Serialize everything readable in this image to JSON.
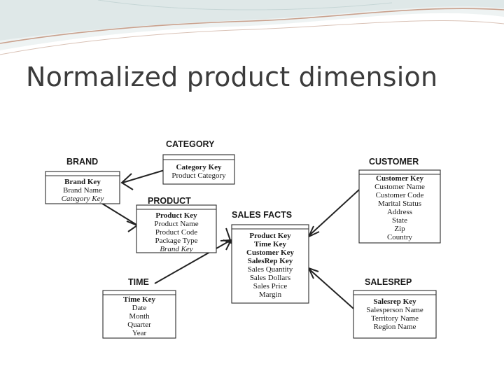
{
  "slide": {
    "title": "Normalized product dimension"
  },
  "diagram": {
    "entities": {
      "category": {
        "name": "CATEGORY",
        "attributes": [
          {
            "text": "Category Key",
            "role": "key"
          },
          {
            "text": "Product Category",
            "role": "attr"
          }
        ]
      },
      "brand": {
        "name": "BRAND",
        "attributes": [
          {
            "text": "Brand Key",
            "role": "key"
          },
          {
            "text": "Brand Name",
            "role": "attr"
          },
          {
            "text": "Category Key",
            "role": "fk"
          }
        ]
      },
      "product": {
        "name": "PRODUCT",
        "attributes": [
          {
            "text": "Product Key",
            "role": "key"
          },
          {
            "text": "Product Name",
            "role": "attr"
          },
          {
            "text": "Product Code",
            "role": "attr"
          },
          {
            "text": "Package Type",
            "role": "attr"
          },
          {
            "text": "Brand Key",
            "role": "fk"
          }
        ]
      },
      "sales_facts": {
        "name": "SALES FACTS",
        "attributes": [
          {
            "text": "Product Key",
            "role": "key"
          },
          {
            "text": "Time Key",
            "role": "key"
          },
          {
            "text": "Customer Key",
            "role": "key"
          },
          {
            "text": "SalesRep Key",
            "role": "key"
          },
          {
            "text": "Sales Quantity",
            "role": "attr"
          },
          {
            "text": "Sales Dollars",
            "role": "attr"
          },
          {
            "text": "Sales Price",
            "role": "attr"
          },
          {
            "text": "Margin",
            "role": "attr"
          }
        ]
      },
      "customer": {
        "name": "CUSTOMER",
        "attributes": [
          {
            "text": "Customer Key",
            "role": "key"
          },
          {
            "text": "Customer Name",
            "role": "attr"
          },
          {
            "text": "Customer Code",
            "role": "attr"
          },
          {
            "text": "Marital Status",
            "role": "attr"
          },
          {
            "text": "Address",
            "role": "attr"
          },
          {
            "text": "State",
            "role": "attr"
          },
          {
            "text": "Zip",
            "role": "attr"
          },
          {
            "text": "Country",
            "role": "attr"
          }
        ]
      },
      "time": {
        "name": "TIME",
        "attributes": [
          {
            "text": "Time Key",
            "role": "key"
          },
          {
            "text": "Date",
            "role": "attr"
          },
          {
            "text": "Month",
            "role": "attr"
          },
          {
            "text": "Quarter",
            "role": "attr"
          },
          {
            "text": "Year",
            "role": "attr"
          }
        ]
      },
      "salesrep": {
        "name": "SALESREP",
        "attributes": [
          {
            "text": "Salesrep Key",
            "role": "key"
          },
          {
            "text": "Salesperson Name",
            "role": "attr"
          },
          {
            "text": "Territory Name",
            "role": "attr"
          },
          {
            "text": "Region Name",
            "role": "attr"
          }
        ]
      }
    },
    "relationships": [
      {
        "from": "category",
        "to": "brand",
        "cardinality": "one-to-many"
      },
      {
        "from": "brand",
        "to": "product",
        "cardinality": "one-to-many"
      },
      {
        "from": "product",
        "to": "sales_facts",
        "cardinality": "one-to-many"
      },
      {
        "from": "customer",
        "to": "sales_facts",
        "cardinality": "one-to-many"
      },
      {
        "from": "time",
        "to": "sales_facts",
        "cardinality": "one-to-many"
      },
      {
        "from": "salesrep",
        "to": "sales_facts",
        "cardinality": "one-to-many"
      }
    ]
  },
  "colors": {
    "title": "#3b3b3b",
    "swoosh_light": "#e4ecec",
    "swoosh_accent": "#c9a08c",
    "diagram_line": "#222222"
  }
}
